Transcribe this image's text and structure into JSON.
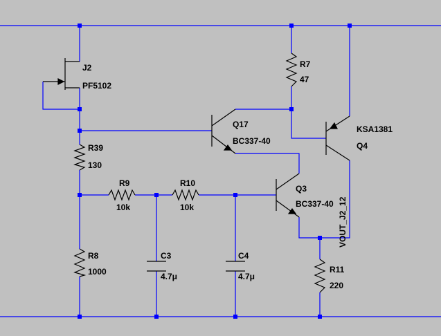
{
  "background_color": "#c0c0c0",
  "wire_color": "#0000ff",
  "part_color": "#000000",
  "labels": {
    "j2_ref": "J2",
    "j2_val": "PF5102",
    "r7_ref": "R7",
    "r7_val": "47",
    "q17_ref": "Q17",
    "q17_val": "BC337-40",
    "q4_val": "KSA1381",
    "q4_ref": "Q4",
    "r39_ref": "R39",
    "r39_val": "130",
    "r9_ref": "R9",
    "r9_val": "10k",
    "r10_ref": "R10",
    "r10_val": "10k",
    "q3_ref": "Q3",
    "q3_val": "BC337-40",
    "net_label": "VOUT_J2_12",
    "r8_ref": "R8",
    "r8_val": "1000",
    "c3_ref": "C3",
    "c3_val": "4.7μ",
    "c4_ref": "C4",
    "c4_val": "4.7μ",
    "r11_ref": "R11",
    "r11_val": "220"
  }
}
